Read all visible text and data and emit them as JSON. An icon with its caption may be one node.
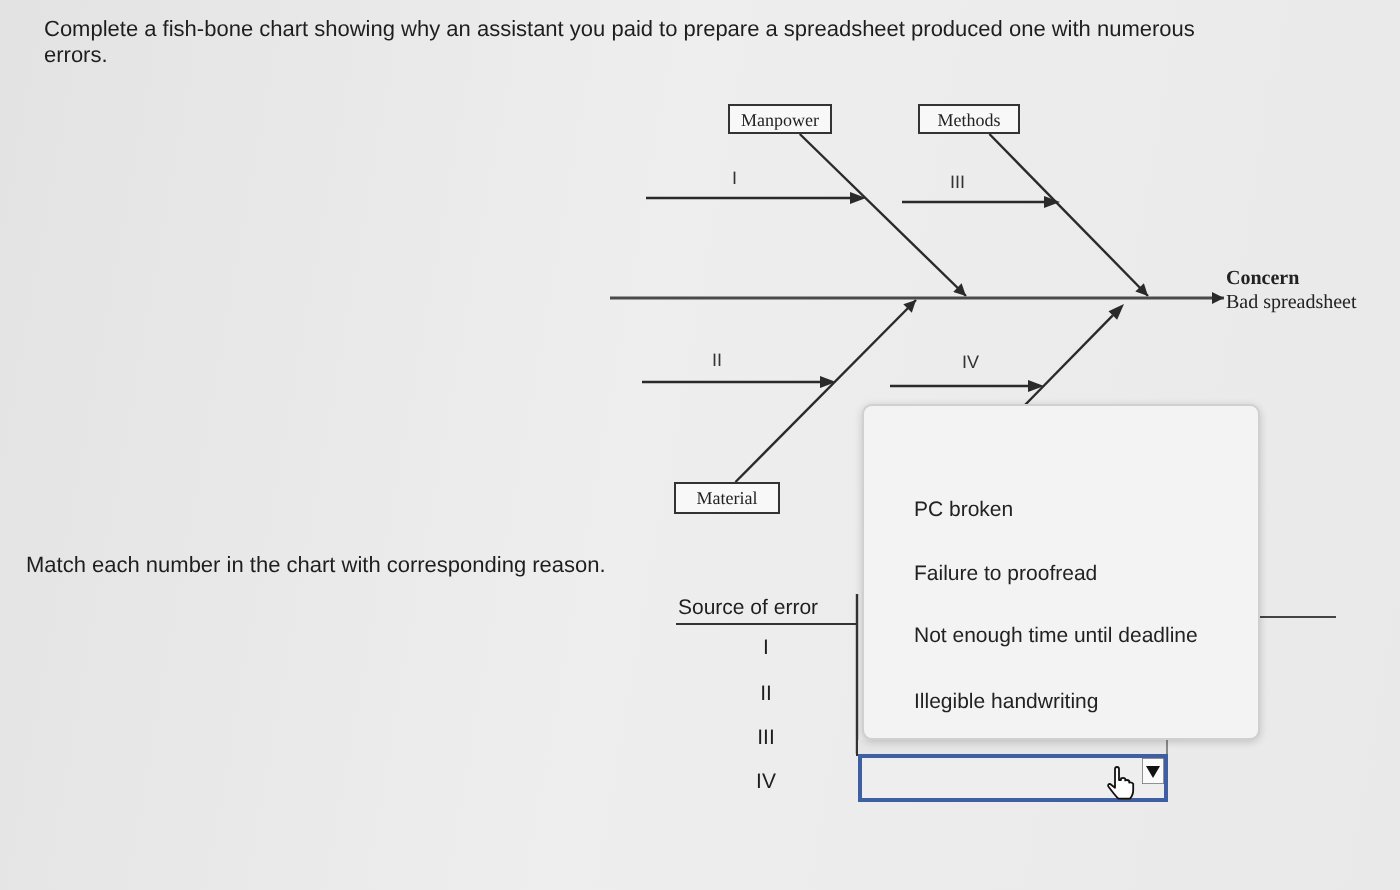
{
  "diagram": {
    "nodes": [
      {
        "text": [
          "Manpower"
        ]
      },
      {
        "text": [
          "Methods"
        ]
      },
      {
        "text": [
          "Concern",
          "Bad spreadsheet"
        ]
      },
      {
        "text": [
          "Material"
        ]
      }
    ],
    "edges": [
      {
        "from": 0,
        "to": null,
        "arrow": "to"
      },
      {
        "from": 1,
        "to": null,
        "arrow": "to"
      },
      {
        "from": null,
        "to": 2,
        "arrow": "to"
      },
      {
        "from": 3,
        "to": null,
        "arrow": "to"
      }
    ],
    "labels": [
      "Complete a fish-bone chart showing why an assistant you paid to prepare a spreadsheet produced one with numerous errors.",
      "I",
      "III",
      "II",
      "IV",
      "Match each number in the chart with corresponding reason.",
      "Source of error",
      "I",
      "II",
      "III",
      "IV",
      "PC broken",
      "Failure to proofread",
      "Not enough time until deadline",
      "Illegible handwriting"
    ]
  }
}
